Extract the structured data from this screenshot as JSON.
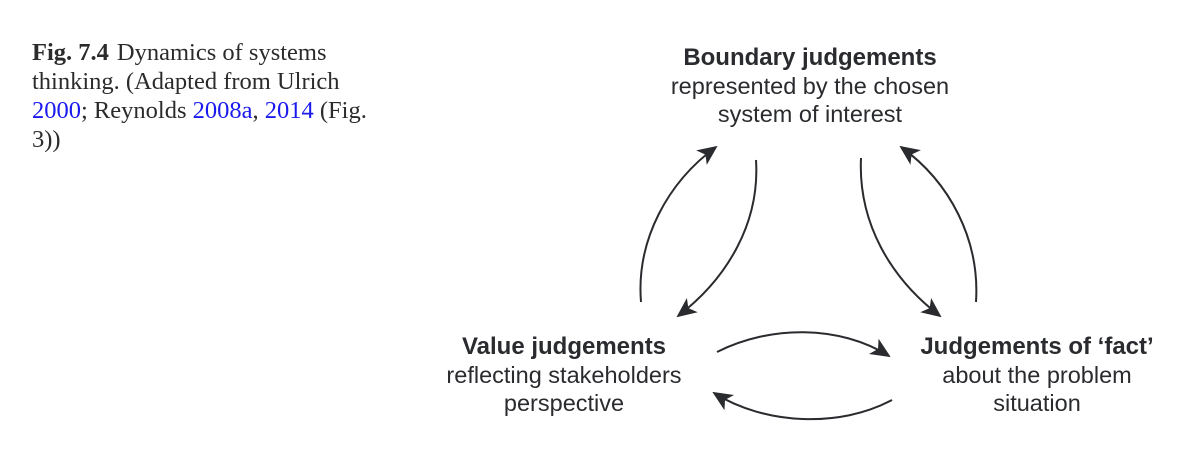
{
  "caption": {
    "label": "Fig. 7.4",
    "text_1": "Dynamics of systems thinking. (Adapted from Ulrich ",
    "ref_1": "2000",
    "text_2": "; Reynolds ",
    "ref_2": "2008a",
    "text_3": ", ",
    "ref_3": "2014",
    "text_4": " (Fig. 3))",
    "link_color": "#1a1aee"
  },
  "diagram": {
    "nodes": {
      "boundary": {
        "title": "Boundary judgements",
        "line_1": "represented by the chosen",
        "line_2": "system of interest"
      },
      "value": {
        "title": "Value judgements",
        "line_1": "reflecting stakeholders",
        "line_2": "perspective"
      },
      "fact": {
        "title": "Judgements of ‘fact’",
        "line_1": "about the problem",
        "line_2": "situation"
      }
    },
    "edges": [
      {
        "from": "value",
        "to": "boundary"
      },
      {
        "from": "boundary",
        "to": "value"
      },
      {
        "from": "boundary",
        "to": "fact"
      },
      {
        "from": "fact",
        "to": "boundary"
      },
      {
        "from": "value",
        "to": "fact"
      },
      {
        "from": "fact",
        "to": "value"
      }
    ],
    "line_color": "#2a2b2e"
  }
}
